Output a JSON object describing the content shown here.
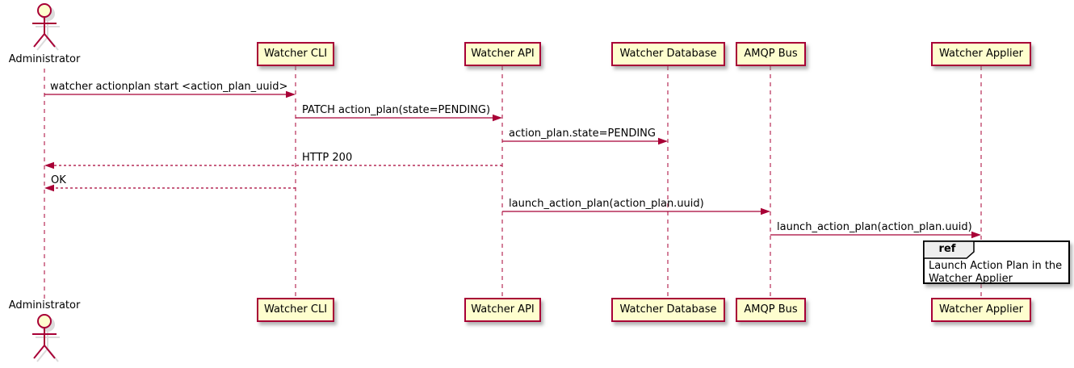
{
  "diagram_type": "uml-sequence-diagram",
  "colors": {
    "lifeline_and_border": "#A80036",
    "participant_fill": "#FEFECE",
    "text": "#000000",
    "ref_border": "#000000",
    "ref_header_fill": "#EEEEEE"
  },
  "actor": {
    "label": "Administrator"
  },
  "participants": [
    {
      "label": "Watcher CLI"
    },
    {
      "label": "Watcher API"
    },
    {
      "label": "Watcher Database"
    },
    {
      "label": "AMQP Bus"
    },
    {
      "label": "Watcher Applier"
    }
  ],
  "messages": [
    {
      "label": "watcher actionplan start <action_plan_uuid>",
      "from": "Administrator",
      "to": "Watcher CLI",
      "line": "solid"
    },
    {
      "label": "PATCH action_plan(state=PENDING)",
      "from": "Watcher CLI",
      "to": "Watcher API",
      "line": "solid"
    },
    {
      "label": "action_plan.state=PENDING",
      "from": "Watcher API",
      "to": "Watcher Database",
      "line": "solid"
    },
    {
      "label": "HTTP 200",
      "from": "Watcher API",
      "to": "Watcher CLI",
      "line": "dashed"
    },
    {
      "label": "OK",
      "from": "Watcher CLI",
      "to": "Administrator",
      "line": "dashed"
    },
    {
      "label": "launch_action_plan(action_plan.uuid)",
      "from": "Watcher API",
      "to": "AMQP Bus",
      "line": "solid"
    },
    {
      "label": "launch_action_plan(action_plan.uuid)",
      "from": "AMQP Bus",
      "to": "Watcher Applier",
      "line": "solid"
    }
  ],
  "ref": {
    "keyword": "ref",
    "lines": [
      "Launch Action Plan in the",
      "Watcher Applier"
    ]
  }
}
